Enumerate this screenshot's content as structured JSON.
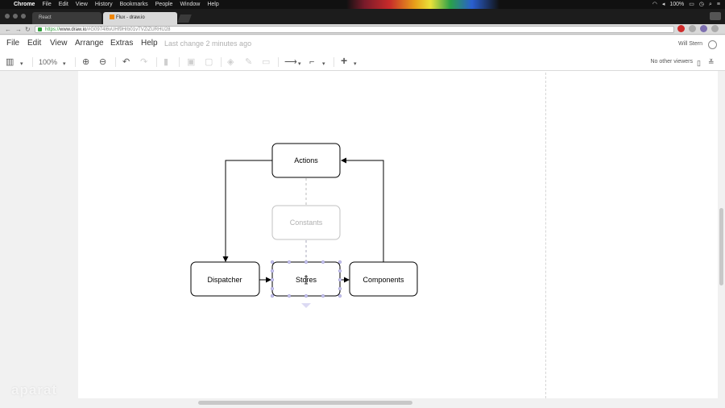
{
  "os_menu": {
    "app": "Chrome",
    "items": [
      "File",
      "Edit",
      "View",
      "History",
      "Bookmarks",
      "People",
      "Window",
      "Help"
    ],
    "battery": "100%"
  },
  "browser": {
    "tabs": [
      {
        "label": "React"
      },
      {
        "label": "Flux - draw.io"
      }
    ],
    "url_proto": "https://",
    "url_host": "www.draw.io",
    "url_rest": "/#G0974l6vUHf9Hrb01vTVZiZURHU28"
  },
  "menu": {
    "items": [
      "File",
      "Edit",
      "View",
      "Arrange",
      "Extras",
      "Help"
    ],
    "last_change": "Last change 2 minutes ago",
    "user": "Will Stern"
  },
  "toolbar": {
    "zoom": "100%",
    "viewers": "No other viewers"
  },
  "diagram": {
    "nodes": {
      "actions": "Actions",
      "constants": "Constants",
      "dispatcher": "Dispatcher",
      "stores": "Stores",
      "components": "Components"
    }
  },
  "watermark": "aparat"
}
